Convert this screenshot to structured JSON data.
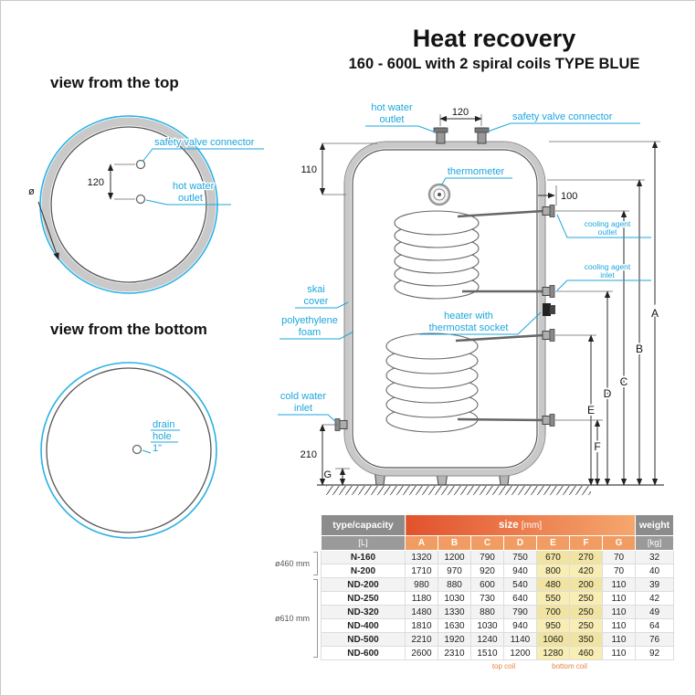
{
  "title": "Heat recovery",
  "subtitle": "160 - 600L with 2 spiral coils TYPE BLUE",
  "colors": {
    "accent_cyan": "#1ca6dd",
    "header_gray": "#8c8c8c",
    "size_gradient_start": "#e2522c",
    "size_gradient_end": "#f5a76e",
    "size_col_orange": "#f09c63",
    "highlight_yellow": "#f8edb2",
    "insulation_gray": "#c9c9c9"
  },
  "top_view": {
    "heading": "view from the top",
    "labels": {
      "safety_valve": "safety valve connector",
      "hot_water": [
        "hot water",
        "outlet"
      ],
      "dim_120": "120",
      "diameter_symbol": "ø"
    }
  },
  "bottom_view": {
    "heading": "view from the bottom",
    "labels": {
      "drain": [
        "drain",
        "hole",
        "1\""
      ]
    }
  },
  "tank": {
    "labels": {
      "hot_water_outlet": [
        "hot water",
        "outlet"
      ],
      "safety_valve": "safety valve connector",
      "thermometer": "thermometer",
      "cooling_outlet": [
        "cooling agent",
        "outlet"
      ],
      "cooling_inlet": [
        "cooling agent",
        "inlet"
      ],
      "skai_cover": [
        "skai",
        "cover"
      ],
      "poly_foam": [
        "polyethylene",
        "foam"
      ],
      "heater": [
        "heater with",
        "thermostat socket"
      ],
      "cold_water": [
        "cold water",
        "inlet"
      ]
    },
    "dims": {
      "d120": "120",
      "d110": "110",
      "d100": "100",
      "d210": "210",
      "A": "A",
      "B": "B",
      "C": "C",
      "D": "D",
      "E": "E",
      "F": "F",
      "G": "G"
    }
  },
  "table": {
    "header": {
      "type_capacity": "type/capacity",
      "type_unit": "[L]",
      "size": "size",
      "size_unit": "[mm]",
      "weight": "weight",
      "weight_unit": "[kg]",
      "cols": [
        "A",
        "B",
        "C",
        "D",
        "E",
        "F",
        "G"
      ]
    },
    "groups": [
      {
        "label": "ø460 mm"
      },
      {
        "label": "ø610 mm"
      }
    ],
    "rows": [
      {
        "type": "N-160",
        "A": "1320",
        "B": "1200",
        "C": "790",
        "D": "750",
        "E": "670",
        "F": "270",
        "G": "70",
        "weight": "32"
      },
      {
        "type": "N-200",
        "A": "1710",
        "B": "970",
        "C": "920",
        "D": "940",
        "E": "800",
        "F": "420",
        "G": "70",
        "weight": "40"
      },
      {
        "type": "ND-200",
        "A": "980",
        "B": "880",
        "C": "600",
        "D": "540",
        "E": "480",
        "F": "200",
        "G": "110",
        "weight": "39"
      },
      {
        "type": "ND-250",
        "A": "1180",
        "B": "1030",
        "C": "730",
        "D": "640",
        "E": "550",
        "F": "250",
        "G": "110",
        "weight": "42"
      },
      {
        "type": "ND-320",
        "A": "1480",
        "B": "1330",
        "C": "880",
        "D": "790",
        "E": "700",
        "F": "250",
        "G": "110",
        "weight": "49"
      },
      {
        "type": "ND-400",
        "A": "1810",
        "B": "1630",
        "C": "1030",
        "D": "940",
        "E": "950",
        "F": "250",
        "G": "110",
        "weight": "64"
      },
      {
        "type": "ND-500",
        "A": "2210",
        "B": "1920",
        "C": "1240",
        "D": "1140",
        "E": "1060",
        "F": "350",
        "G": "110",
        "weight": "76"
      },
      {
        "type": "ND-600",
        "A": "2600",
        "B": "2310",
        "C": "1510",
        "D": "1200",
        "E": "1280",
        "F": "460",
        "G": "110",
        "weight": "92"
      }
    ],
    "footer": {
      "top_coil": "top coil",
      "bottom_coil": "bottom coil"
    }
  }
}
